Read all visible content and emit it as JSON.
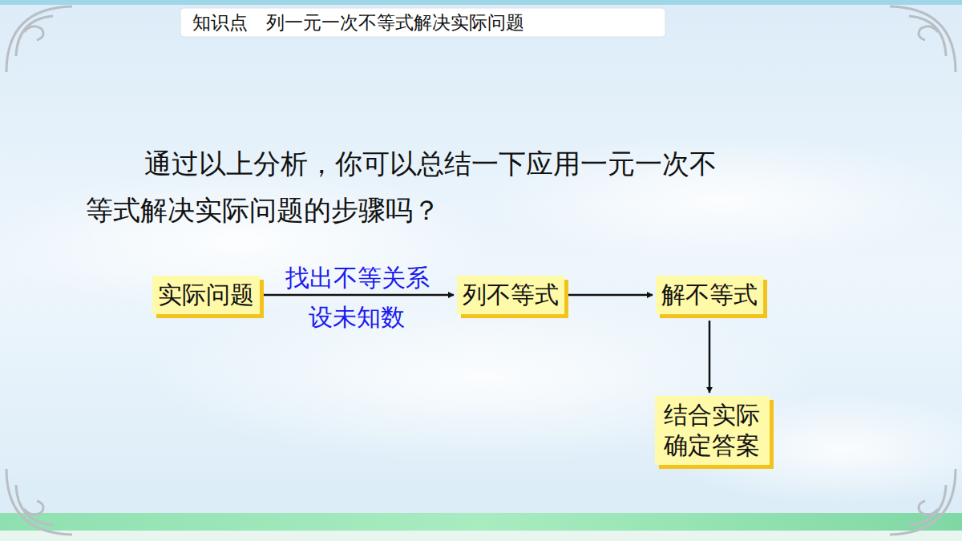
{
  "diagram": {
    "title": "知识点　列一元一次不等式解决实际问题",
    "nodes": [
      {
        "text": [
          "实际问题"
        ]
      },
      {
        "text": [
          "列不等式"
        ]
      },
      {
        "text": [
          "解不等式"
        ]
      },
      {
        "text": [
          "结合实际 确定答案"
        ]
      }
    ],
    "edges": [
      {
        "from": 0,
        "to": 1,
        "label": "找出不等关系",
        "arrow": "to"
      },
      {
        "from": 1,
        "to": 2,
        "arrow": "to"
      },
      {
        "from": 2,
        "to": 3,
        "arrow": "to"
      }
    ],
    "labels": [
      "通过以上分析，你可以总结一下应用一元一次不等式解决实际问题的步骤吗？",
      "设未知数"
    ]
  }
}
